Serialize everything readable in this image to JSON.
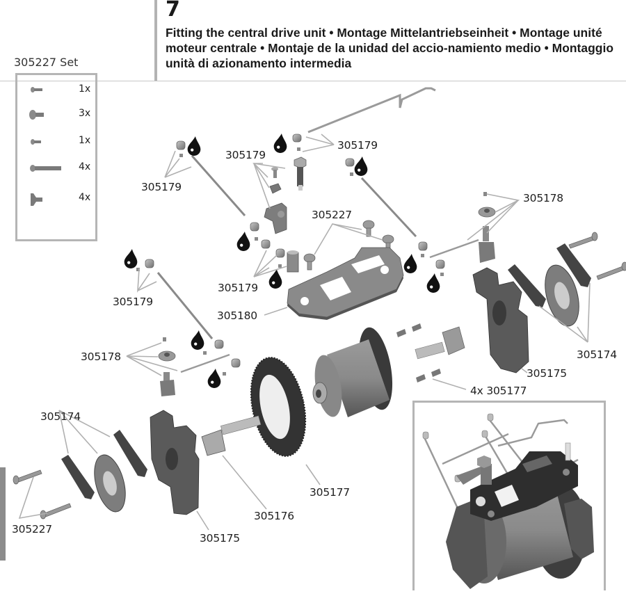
{
  "step": {
    "number": "7",
    "title": "Fitting the central drive unit • Montage Mittelantriebseinheit • Montage unité moteur centrale • Montaje de la unidad del accio-namiento medio • Montaggio unità di azionamento intermedia"
  },
  "screw_set": {
    "title": "305227 Set",
    "items": [
      {
        "icon": "small-screw-icon",
        "qty": "1x"
      },
      {
        "icon": "button-head-screw-icon",
        "qty": "3x"
      },
      {
        "icon": "small-screw-icon",
        "qty": "1x"
      },
      {
        "icon": "long-screw-icon",
        "qty": "4x"
      },
      {
        "icon": "countersunk-screw-icon",
        "qty": "4x"
      }
    ]
  },
  "part_labels": {
    "top_left_rod": "305179",
    "top_center_linkage": "305179",
    "top_right_ball": "305179",
    "right_servo_saver": "305178",
    "plate_screws": "305227",
    "bellcrank_parts": "305179",
    "left_rod": "305179",
    "top_plate": "305180",
    "left_servo_saver": "305178",
    "right_brake_pads": "305174",
    "right_bulkhead": "305175",
    "countersunk_screws": "4x 305177",
    "left_brake_pads": "305174",
    "left_long_screws": "305227",
    "left_bulkhead": "305175",
    "left_outdrive": "305176",
    "spur_gear": "305177"
  },
  "colors": {
    "line": "#b0b0b0",
    "part_dark": "#3c3c3c",
    "part_mid": "#7d7d7d",
    "part_light": "#a6a6a6",
    "oil_drop": "#111111"
  }
}
